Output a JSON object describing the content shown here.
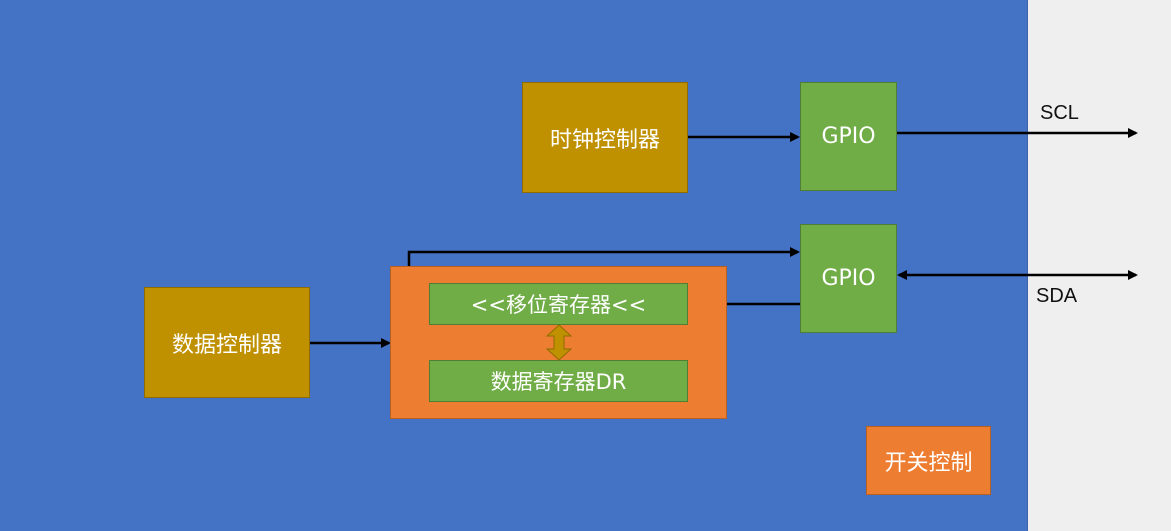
{
  "blocks": {
    "clock_controller": "时钟控制器",
    "gpio_scl": "GPIO",
    "gpio_sda": "GPIO",
    "data_controller": "数据控制器",
    "shift_register": "<<移位寄存器<<",
    "data_register": "数据寄存器DR",
    "switch_control": "开关控制"
  },
  "signals": {
    "scl": "SCL",
    "sda": "SDA"
  },
  "colors": {
    "background_panel": "#4472c4",
    "controller": "#bf9000",
    "gpio": "#70ad47",
    "orange": "#ed7d31",
    "exchange_arrow": "#bf9000"
  }
}
